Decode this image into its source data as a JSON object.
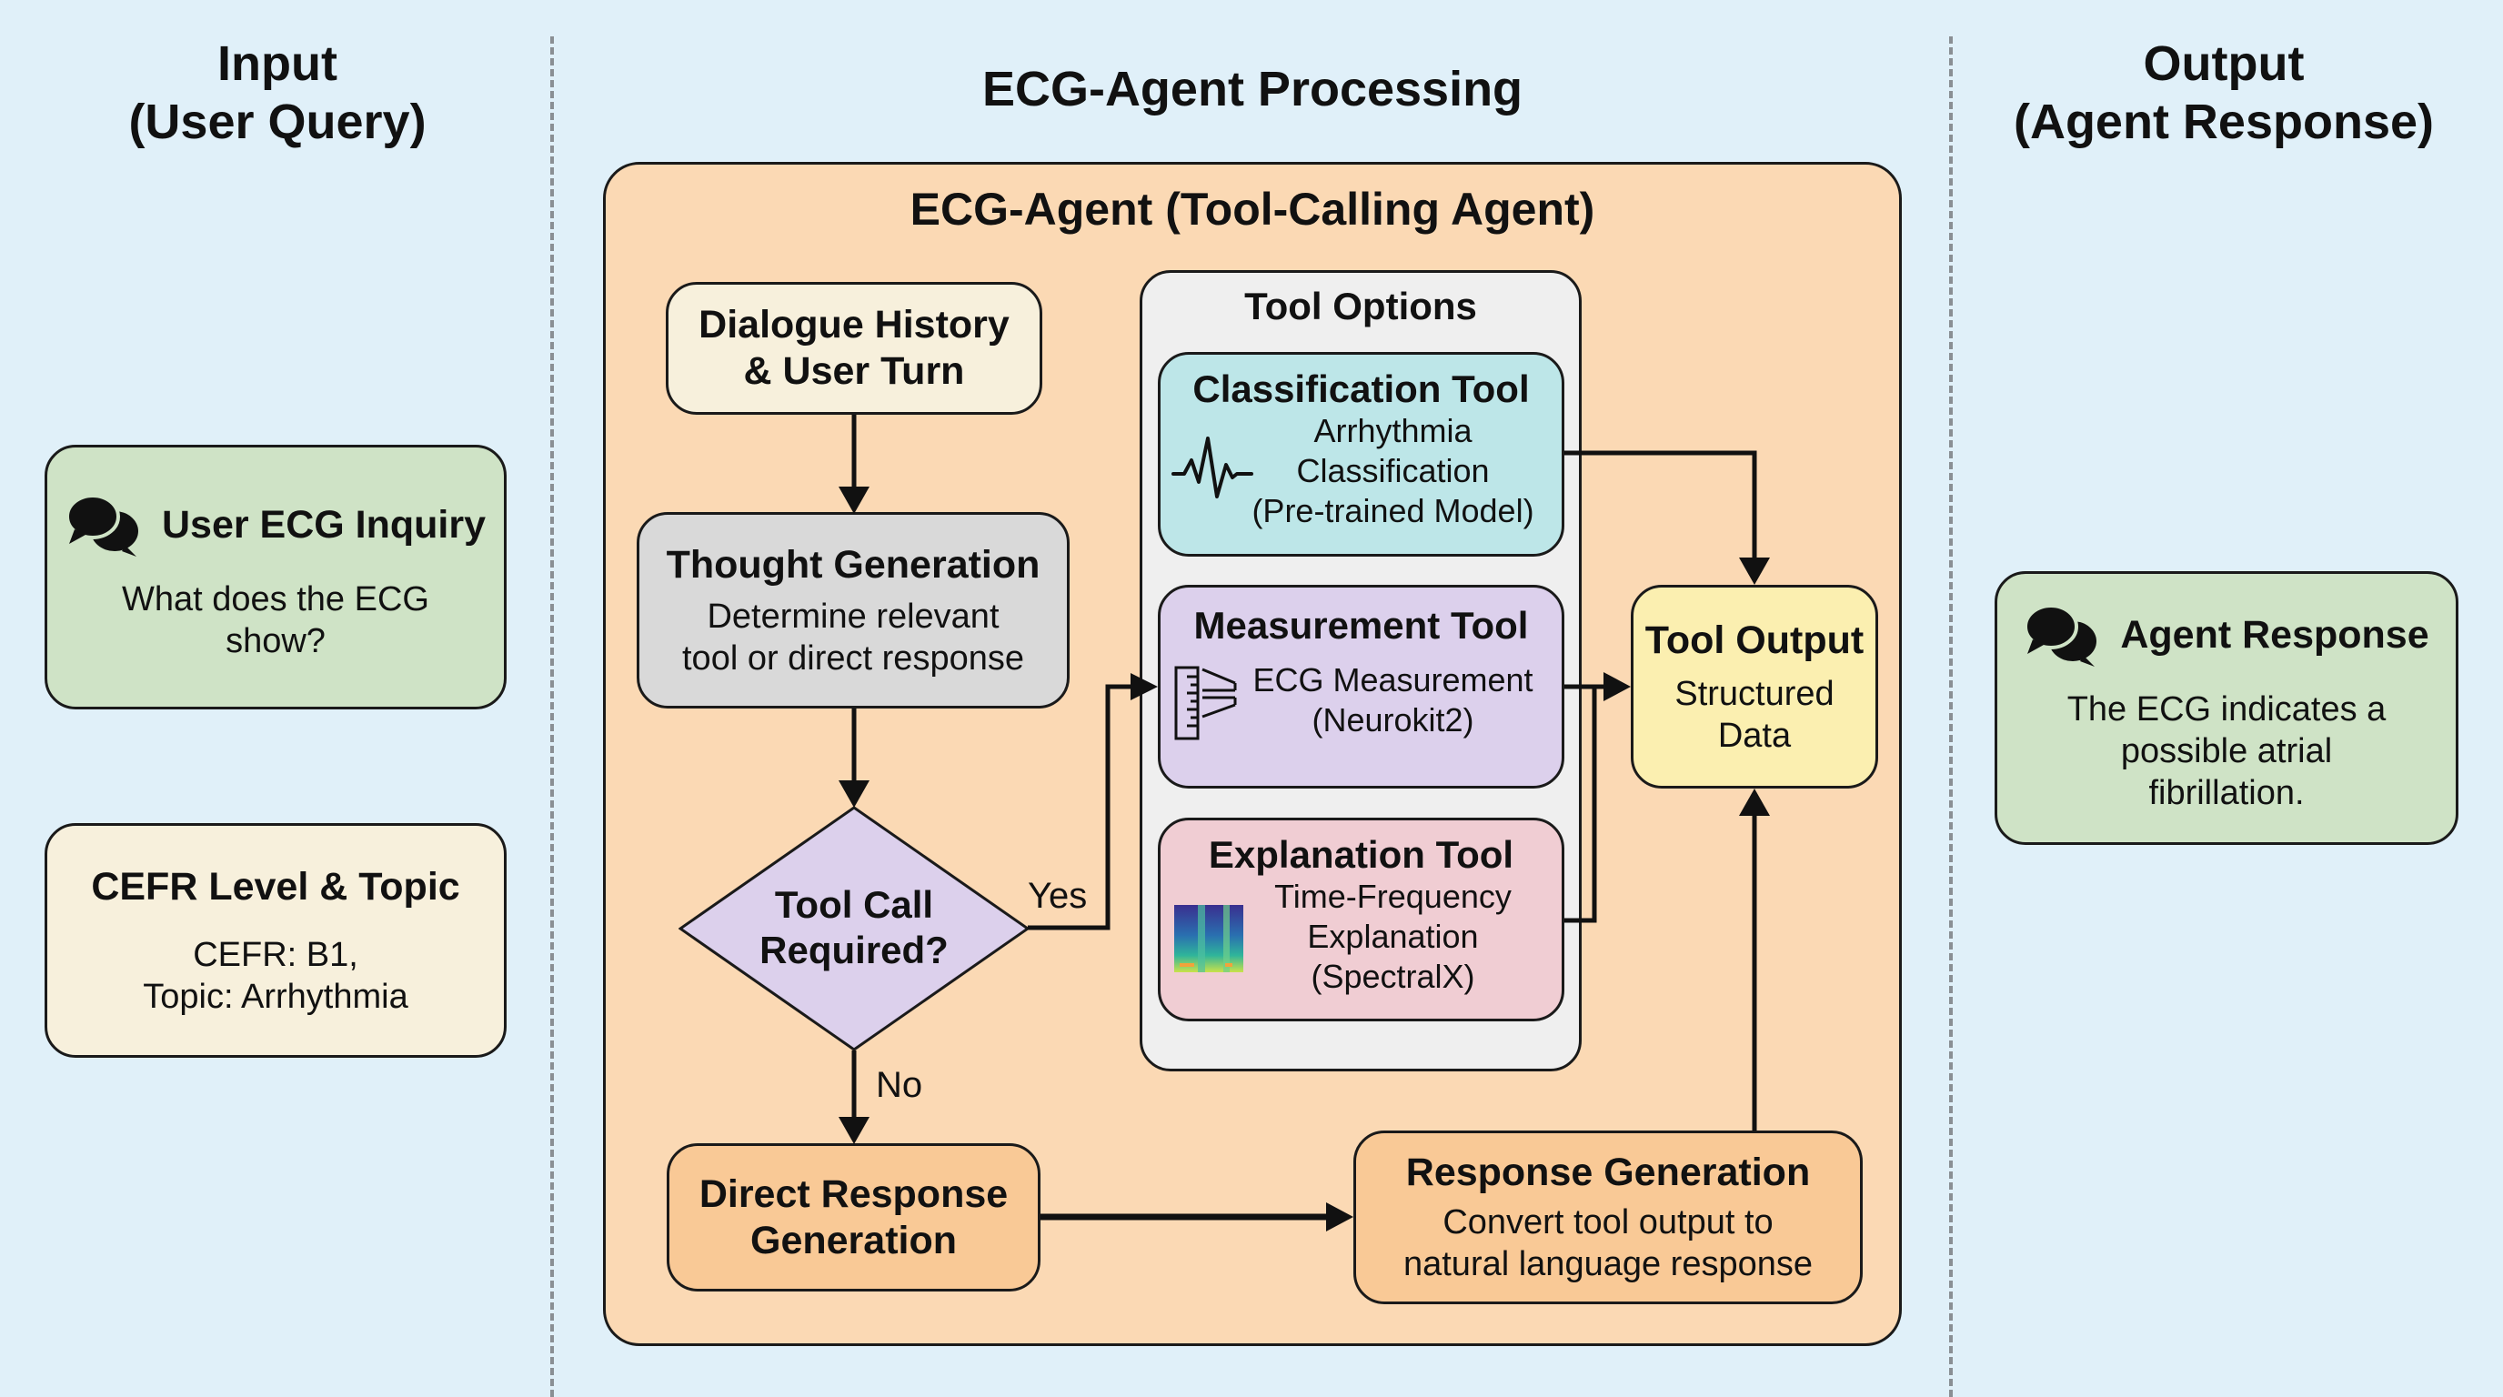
{
  "columns": {
    "input": {
      "title_line1": "Input",
      "title_line2": "(User Query)"
    },
    "processing": {
      "title": "ECG-Agent Processing"
    },
    "output": {
      "title_line1": "Output",
      "title_line2": "(Agent Response)"
    }
  },
  "input_cards": {
    "user_inquiry": {
      "icon": "chat-bubbles-icon",
      "title": "User ECG Inquiry",
      "text_line1": "What does the ECG",
      "text_line2": "show?",
      "color": "#cfe3c6"
    },
    "cefr": {
      "title": "CEFR Level & Topic",
      "text_line1": "CEFR: B1,",
      "text_line2": "Topic: Arrhythmia",
      "color": "#f7f0dc"
    }
  },
  "agent": {
    "title": "ECG-Agent (Tool-Calling Agent)",
    "color": "#fbd9b4",
    "dialogue": {
      "line1": "Dialogue History",
      "line2": "& User Turn"
    },
    "thought": {
      "title": "Thought Generation",
      "line1": "Determine relevant",
      "line2": "tool or direct response"
    },
    "decision": {
      "line1": "Tool Call",
      "line2": "Required?",
      "yes_label": "Yes",
      "no_label": "No"
    },
    "direct_response": {
      "line1": "Direct Response",
      "line2": "Generation"
    },
    "response_generation": {
      "title": "Response Generation",
      "line1": "Convert tool output to",
      "line2": "natural language response"
    },
    "tool_output": {
      "title": "Tool Output",
      "line1": "Structured",
      "line2": "Data"
    },
    "tool_options": {
      "title": "Tool Options",
      "classification": {
        "icon": "ecg-waveform-icon",
        "title": "Classification Tool",
        "line1": "Arrhythmia",
        "line2": "Classification",
        "line3": "(Pre-trained Model)",
        "color": "#bde6e8"
      },
      "measurement": {
        "icon": "ruler-caliper-icon",
        "title": "Measurement Tool",
        "line1": "ECG Measurement",
        "line2": "(Neurokit2)",
        "color": "#dcd0ec"
      },
      "explanation": {
        "icon": "spectrogram-icon",
        "title": "Explanation Tool",
        "line1": "Time-Frequency",
        "line2": "Explanation",
        "line3": "(SpectralX)",
        "color": "#f0cdd3"
      }
    }
  },
  "output_card": {
    "icon": "chat-bubbles-icon",
    "title": "Agent Response",
    "line1": "The ECG indicates a",
    "line2": "possible atrial",
    "line3": "fibrillation.",
    "color": "#cfe3c6"
  }
}
